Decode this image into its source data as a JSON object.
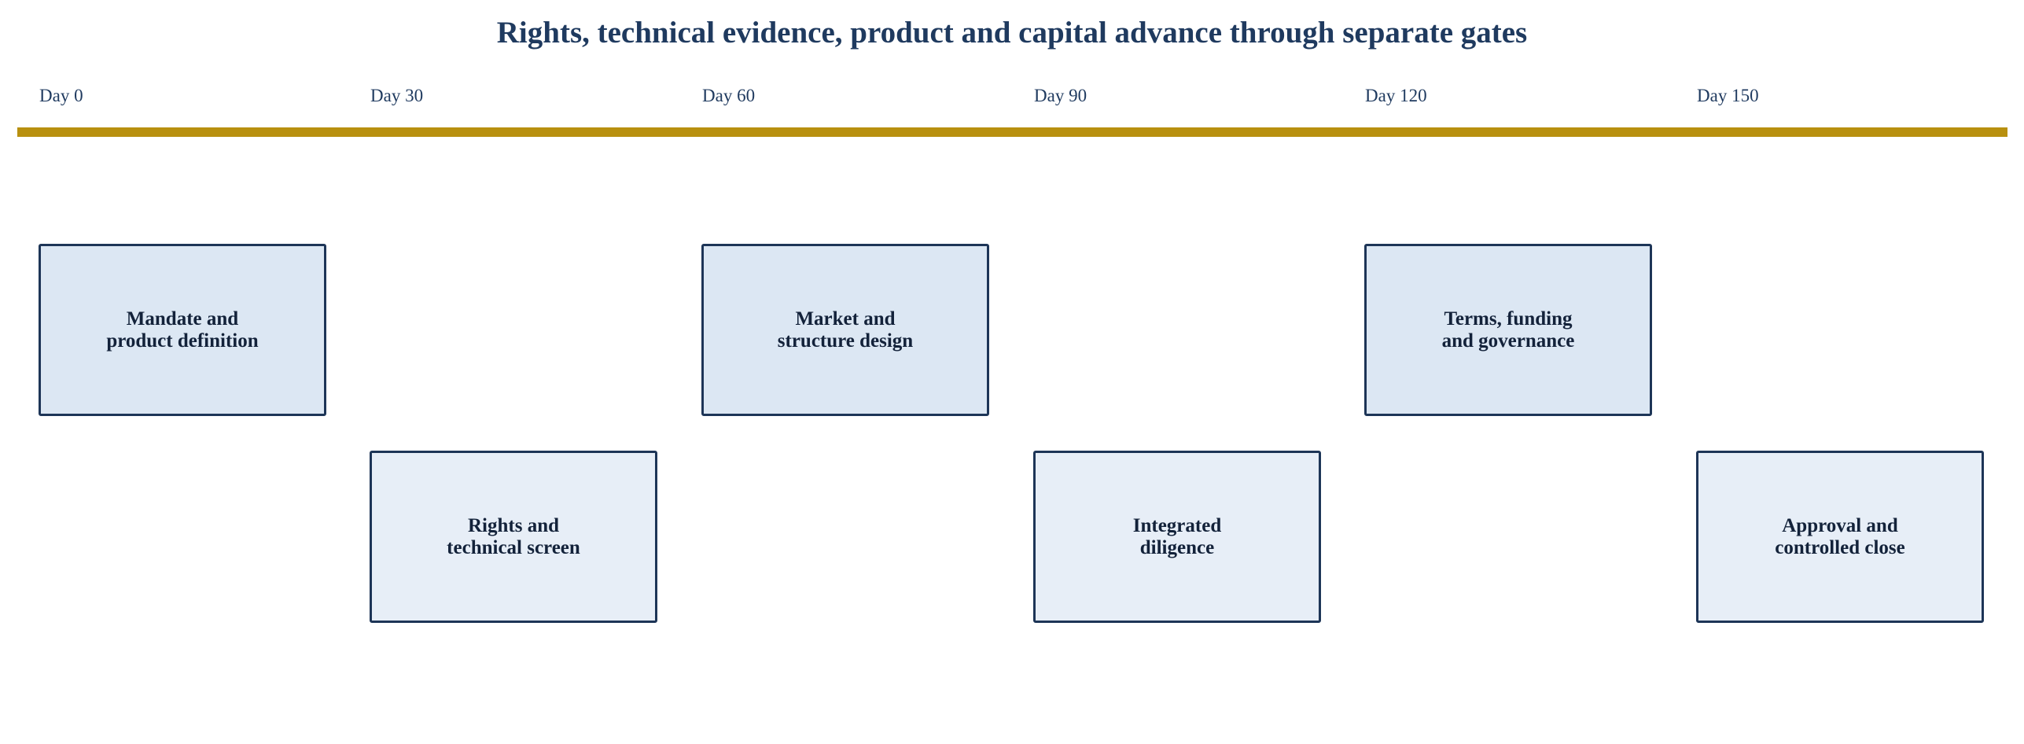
{
  "title": "Rights, technical evidence, product and capital advance through separate gates",
  "timeline": {
    "days": [
      "Day 0",
      "Day 30",
      "Day 60",
      "Day 90",
      "Day 120",
      "Day 150"
    ]
  },
  "stages": [
    {
      "label": "Mandate and\nproduct definition",
      "day": "Day 0",
      "row": "top"
    },
    {
      "label": "Rights and\ntechnical screen",
      "day": "Day 30",
      "row": "bottom"
    },
    {
      "label": "Market and\nstructure design",
      "day": "Day 60",
      "row": "top"
    },
    {
      "label": "Integrated\ndiligence",
      "day": "Day 90",
      "row": "bottom"
    },
    {
      "label": "Terms, funding\nand governance",
      "day": "Day 120",
      "row": "top"
    },
    {
      "label": "Approval and\ncontrolled close",
      "day": "Day 150",
      "row": "bottom"
    }
  ],
  "colors": {
    "title": "#1f3a5f",
    "timeline_bar": "#b8900f",
    "box_border": "#1d3557",
    "box_fill_top": "#dce7f3",
    "box_fill_bottom": "#e7eef7"
  }
}
